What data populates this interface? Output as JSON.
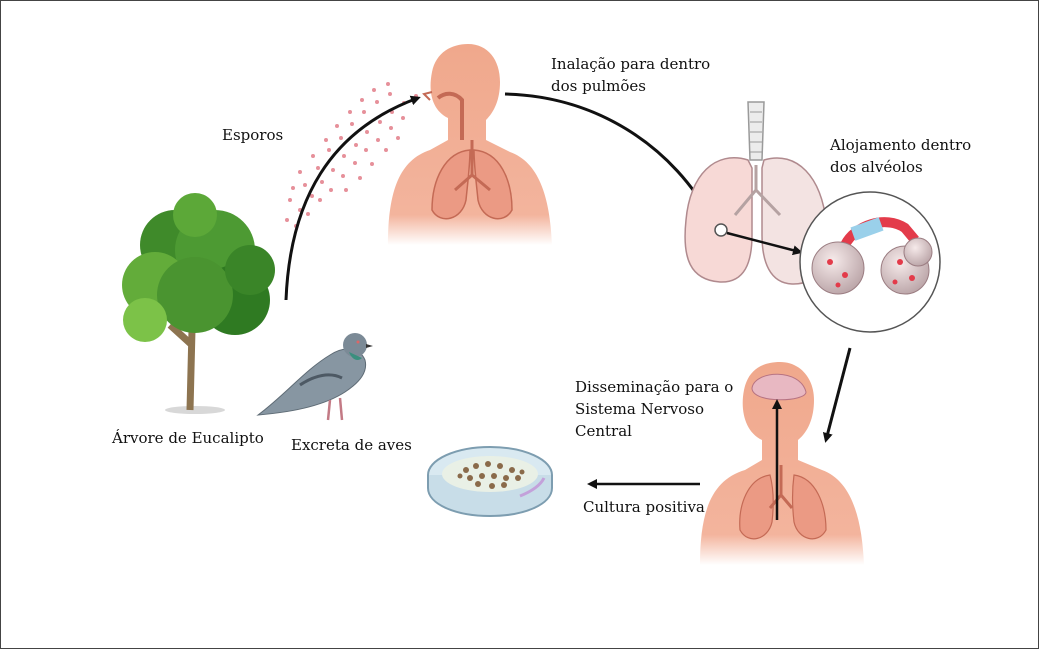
{
  "labels": {
    "spores": "Esporos",
    "inhalation_line1": "Inalação para dentro",
    "inhalation_line2": "dos pulmões",
    "lodging_line1": "Alojamento dentro",
    "lodging_line2": "dos alvéolos",
    "dissemination_line1": "Disseminação para o",
    "dissemination_line2": "Sistema Nervoso",
    "dissemination_line3": "Central",
    "positive_culture": "Cultura positiva",
    "tree": "Árvore de Eucalipto",
    "bird_excreta": "Excreta de aves"
  },
  "colors": {
    "skin": "#f0a88c",
    "skin_dark": "#d9806a",
    "lung": "#f7d9d6",
    "tree_green": "#3f8a2a",
    "pigeon": "#7d8c99",
    "dish": "#c8dde8",
    "arrow": "#111111"
  }
}
